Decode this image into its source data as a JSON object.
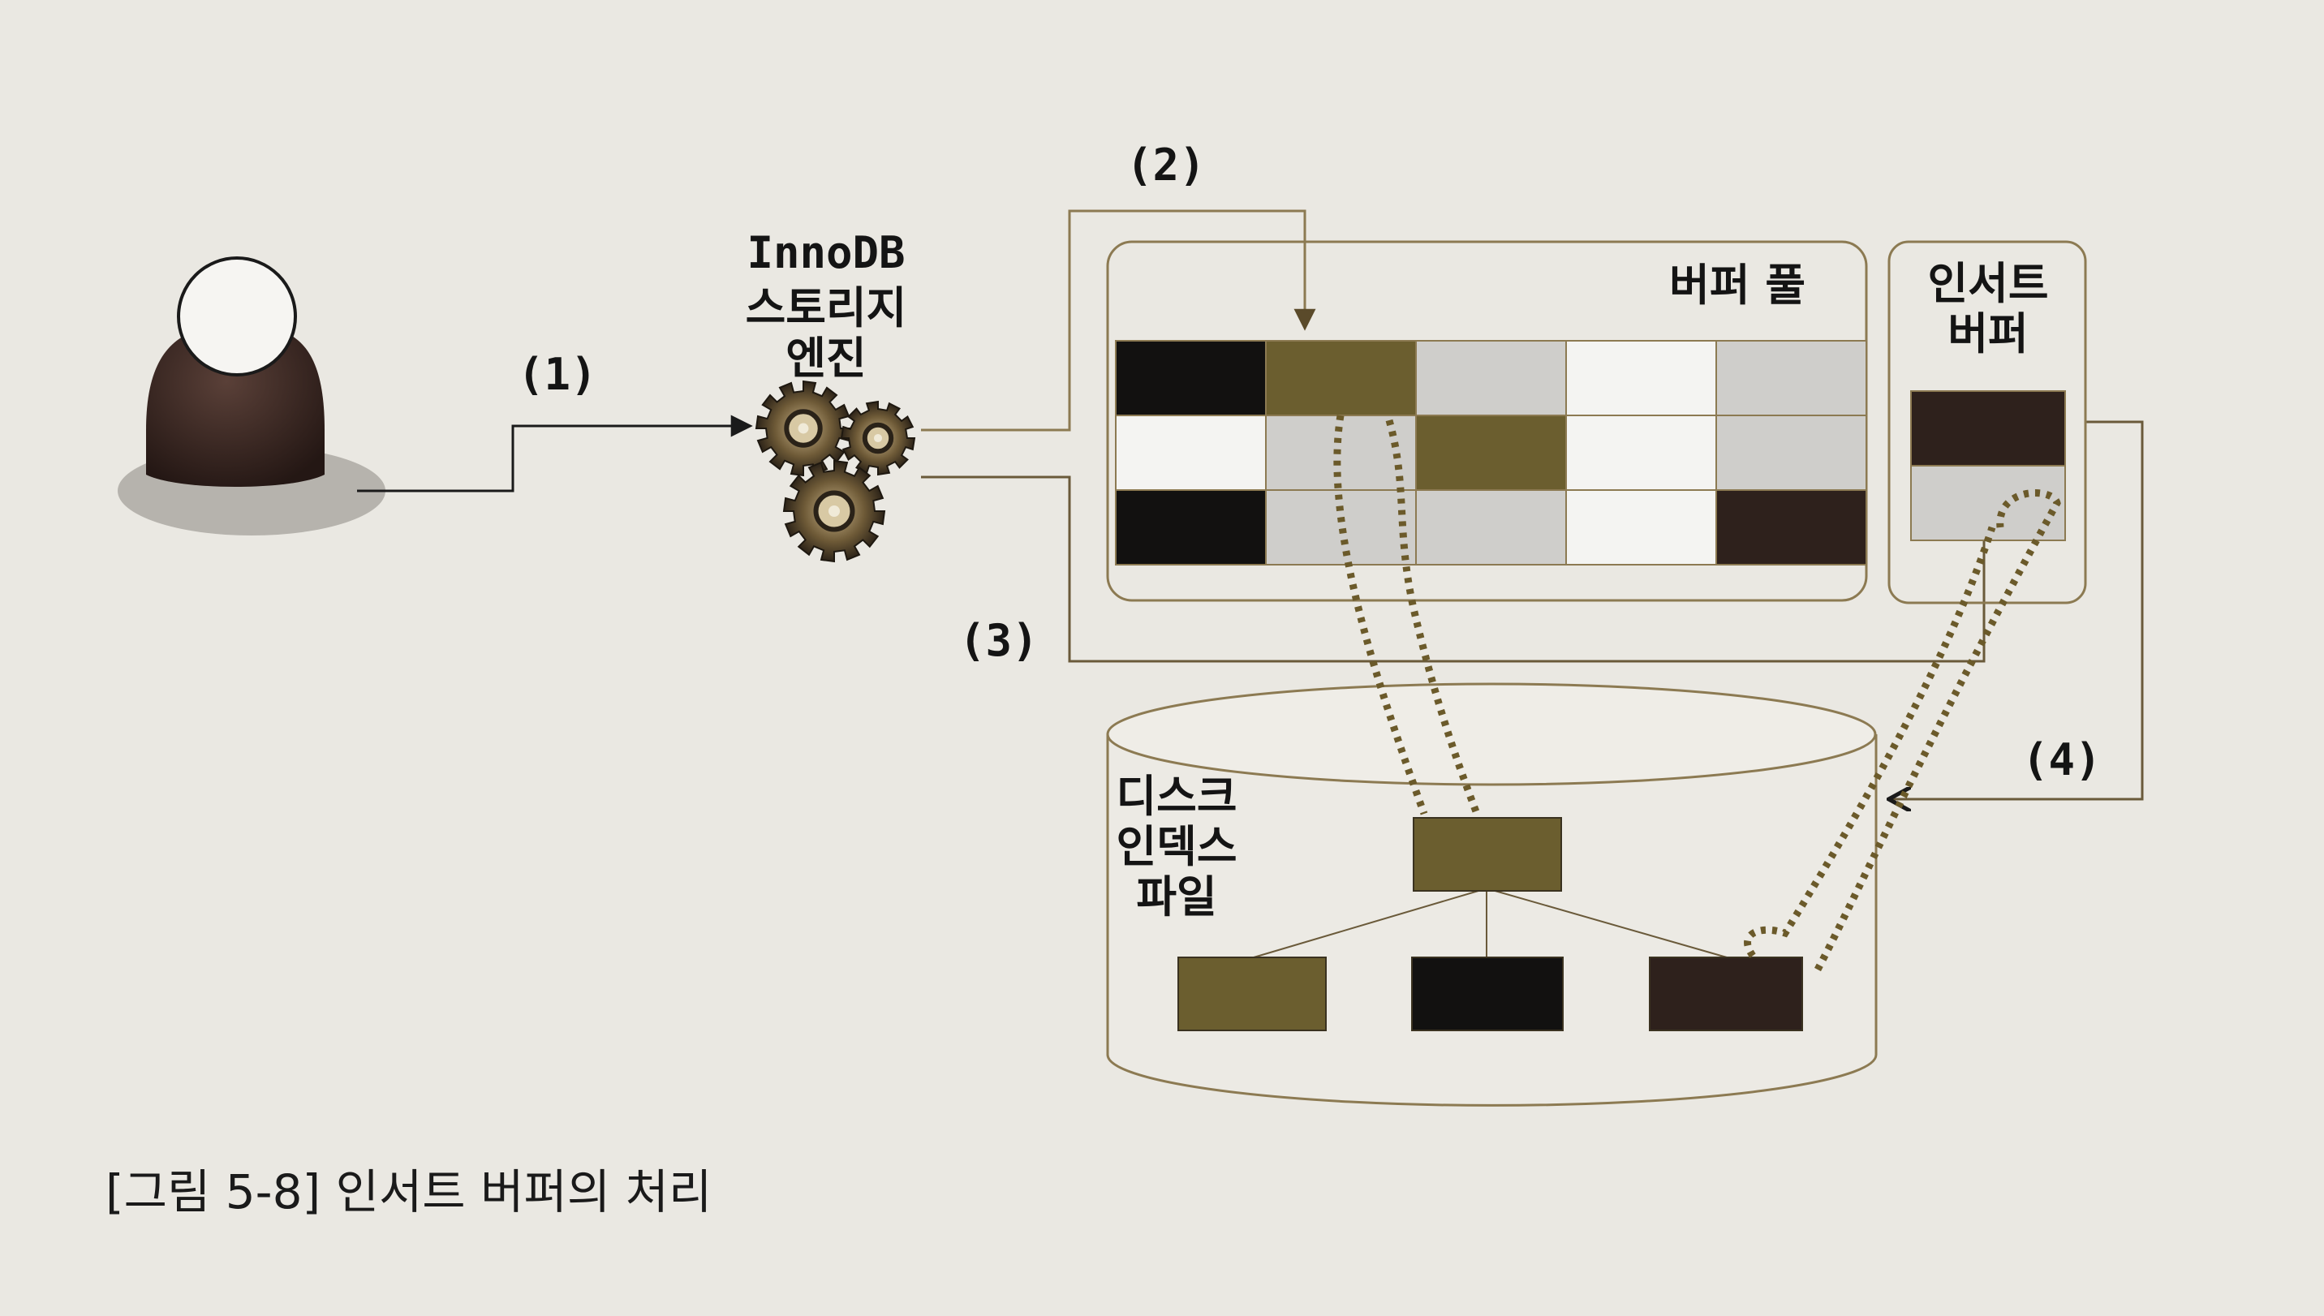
{
  "diagram": {
    "engine_label": [
      "InnoDB",
      "스토리지",
      "엔진"
    ],
    "buffer_pool_label": "버퍼 풀",
    "insert_buffer_label": [
      "인서트",
      "버퍼"
    ],
    "disk_label": [
      "디스크",
      "인덱스",
      "파일"
    ],
    "step_1": "(1)",
    "step_2": "(2)",
    "step_3": "(3)",
    "step_4": "(4)"
  },
  "caption": "[그림 5-8] 인서트 버퍼의 처리",
  "colors": {
    "black": "#121110",
    "olive": "#6b5e2f",
    "light_gray": "#cfcecb",
    "white": "#f4f4f2",
    "dark_brown": "#2e211c",
    "frame": "#8c7a52"
  }
}
